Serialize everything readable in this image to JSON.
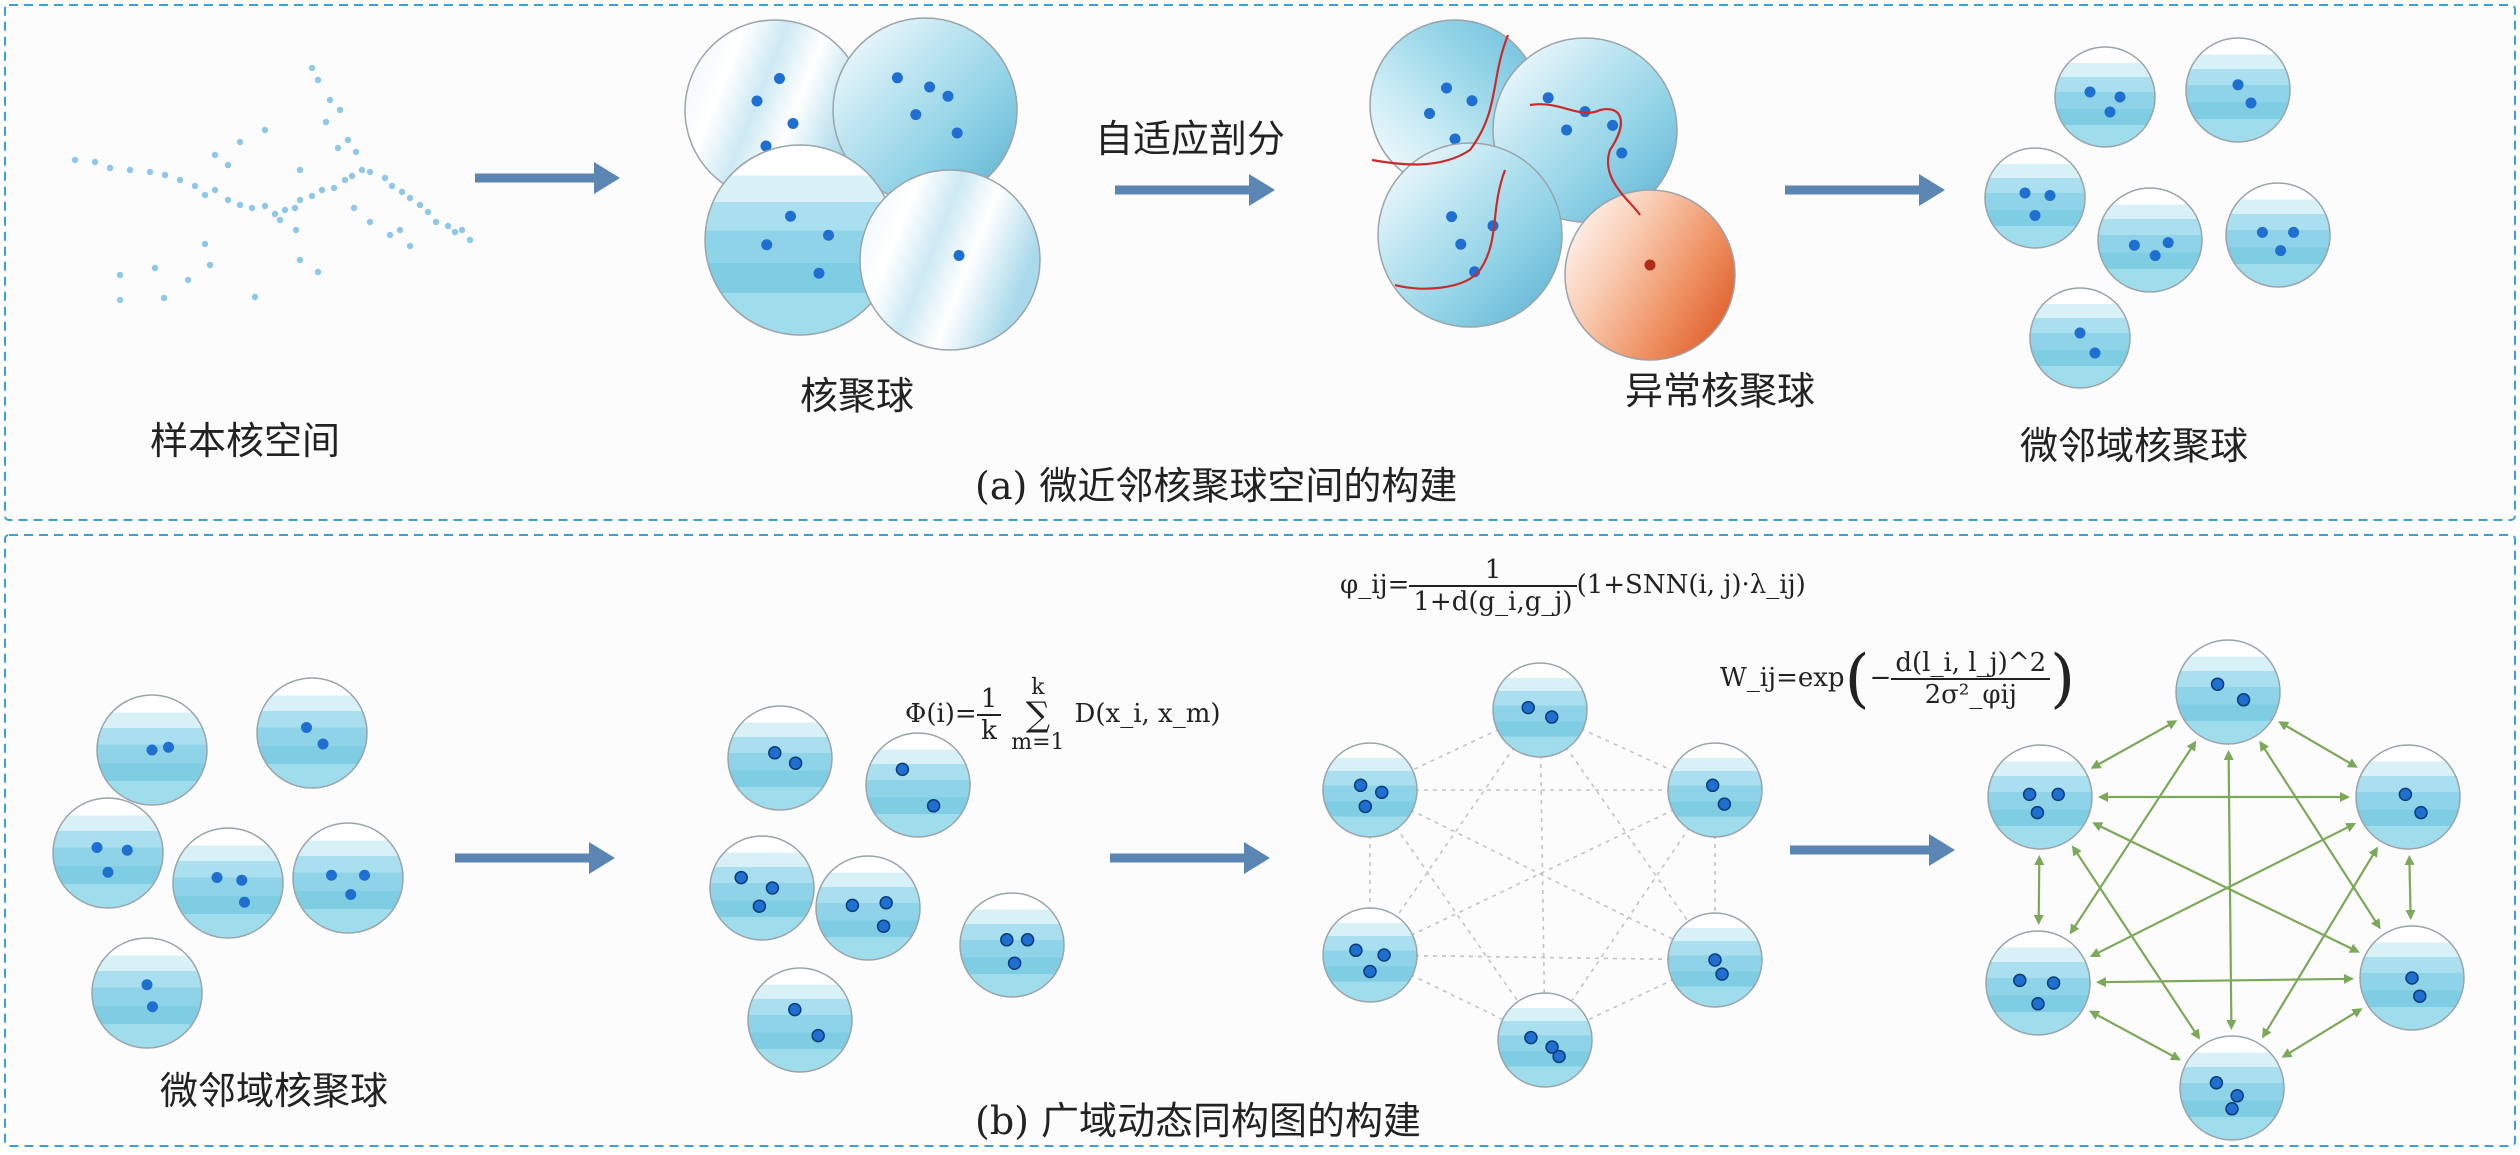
{
  "panel_a": {
    "caption": "(a) 微近邻核聚球空间的构建",
    "label_sample_space": "样本核空间",
    "label_kernel_balls": "核聚球",
    "label_adaptive_split": "自适应剖分",
    "label_abnormal_ball": "异常核聚球",
    "label_micro_balls": "微邻域核聚球"
  },
  "panel_b": {
    "caption": "(b) 广域动态同构图的构建",
    "label_micro_balls": "微邻域核聚球"
  },
  "formulas": {
    "phi": {
      "lhs": "Φ(i)=",
      "num": "1",
      "den": "k",
      "sum_top": "k",
      "sum_sym": "∑",
      "sum_bot": "m=1",
      "rhs": "D(x_i, x_m)"
    },
    "varphi": {
      "lhs": "φ_ij=",
      "num": "1",
      "den": "1+d(g_i,g_j)",
      "rhs": "(1+SNN(i, j)·λ_ij)"
    },
    "w": {
      "lhs": "W_ij=exp",
      "num": "d(l_i, l_j)^2",
      "den": "2σ²_φij"
    }
  },
  "colors": {
    "frame": "#3ba0d8",
    "arrow": "#5b86b3",
    "ball_blue": "#7fcde3",
    "ball_dark": "#5aaed0",
    "ball_red": "#ee7f4f",
    "dot": "#1f6fd1",
    "edge_green": "#7ca85a",
    "split_line": "#cc2a2a"
  }
}
